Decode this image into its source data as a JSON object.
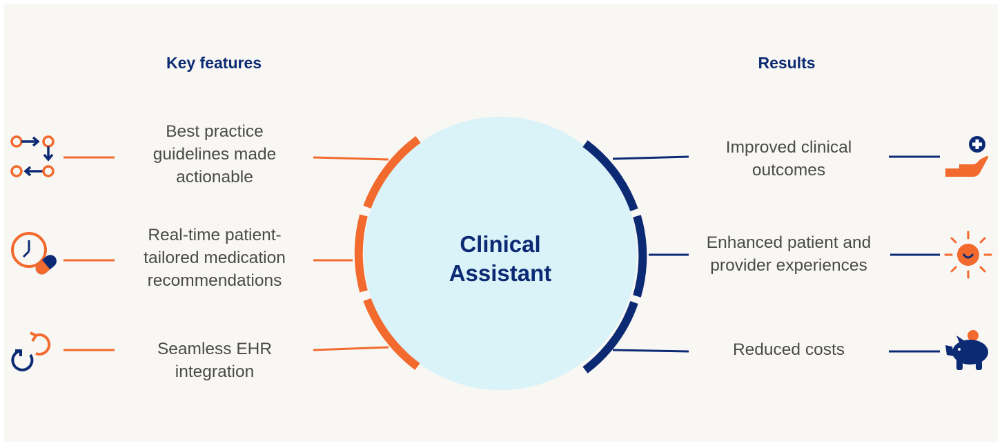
{
  "headings": {
    "features": "Key features",
    "results": "Results"
  },
  "center": {
    "line1": "Clinical",
    "line2": "Assistant"
  },
  "features": [
    {
      "lines": [
        "Best practice",
        "guidelines made",
        "actionable"
      ],
      "icon": "workflow-arrows-icon"
    },
    {
      "lines": [
        "Real-time patient-",
        "tailored medication",
        "recommendations"
      ],
      "icon": "clock-pill-icon"
    },
    {
      "lines": [
        "Seamless EHR",
        "integration"
      ],
      "icon": "sync-arrows-icon"
    }
  ],
  "results": [
    {
      "lines": [
        "Improved clinical",
        "outcomes"
      ],
      "icon": "hand-plus-icon"
    },
    {
      "lines": [
        "Enhanced patient and",
        "provider experiences"
      ],
      "icon": "smiling-sun-icon"
    },
    {
      "lines": [
        "Reduced costs"
      ],
      "icon": "piggy-bank-icon"
    }
  ],
  "colors": {
    "orange": "#f26a2e",
    "navy": "#0c2a74",
    "circle_fill": "#daf3f8",
    "background": "#f8f7f3",
    "text": "#4a4a4a"
  }
}
